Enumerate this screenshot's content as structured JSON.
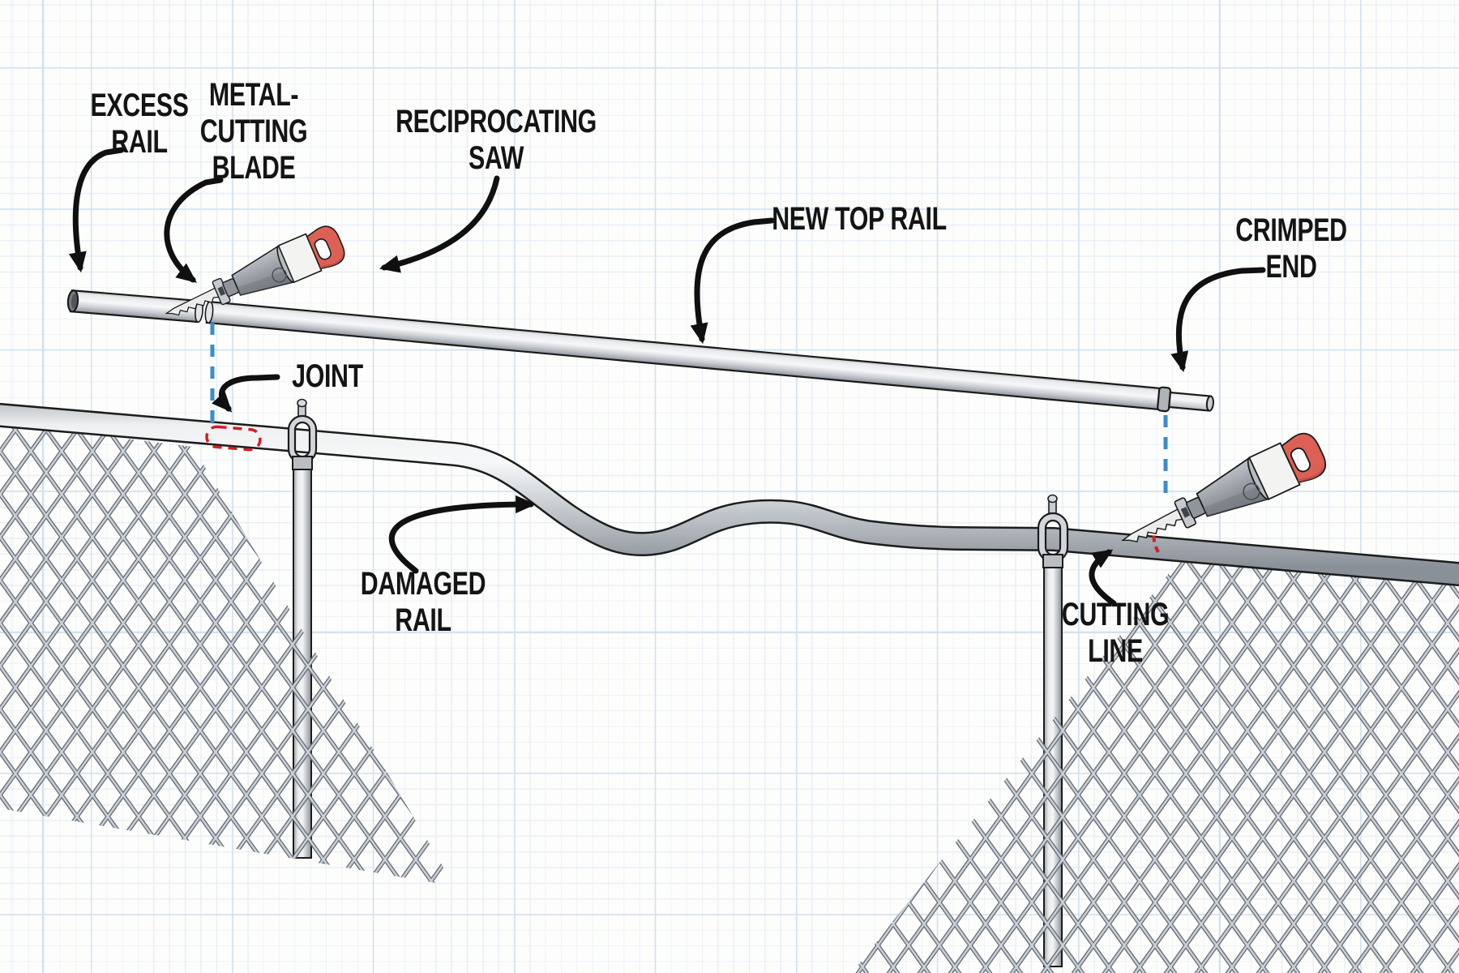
{
  "figure": {
    "type": "instructional-diagram",
    "subject": "Replacing a bent chain-link fence top rail: cut excess rail with a reciprocating saw, align crimped end with cutting line",
    "labels": {
      "excess_rail": {
        "lines": [
          "EXCESS",
          "RAIL"
        ]
      },
      "metal_cutting_blade": {
        "lines": [
          "METAL-",
          "CUTTING",
          "BLADE"
        ]
      },
      "reciprocating_saw": {
        "lines": [
          "RECIPROCATING",
          "SAW"
        ]
      },
      "new_top_rail": {
        "lines": [
          "NEW TOP RAIL"
        ]
      },
      "crimped_end": {
        "lines": [
          "CRIMPED",
          "END"
        ]
      },
      "joint": {
        "lines": [
          "JOINT"
        ]
      },
      "damaged_rail": {
        "lines": [
          "DAMAGED",
          "RAIL"
        ]
      },
      "cutting_line": {
        "lines": [
          "CUTTING",
          "LINE"
        ]
      }
    },
    "colors": {
      "label_text": "#141414",
      "leader_line": "#101010",
      "cut_mark_red": "#d21f26",
      "alignment_dash_blue": "#3a8ccc",
      "saw_handle_red": "#dc6055",
      "grid_minor": "#e7eff6",
      "grid_major": "#cfe0ee",
      "metal_light": "#f4f5f6",
      "metal_dark": "#868c93"
    }
  }
}
